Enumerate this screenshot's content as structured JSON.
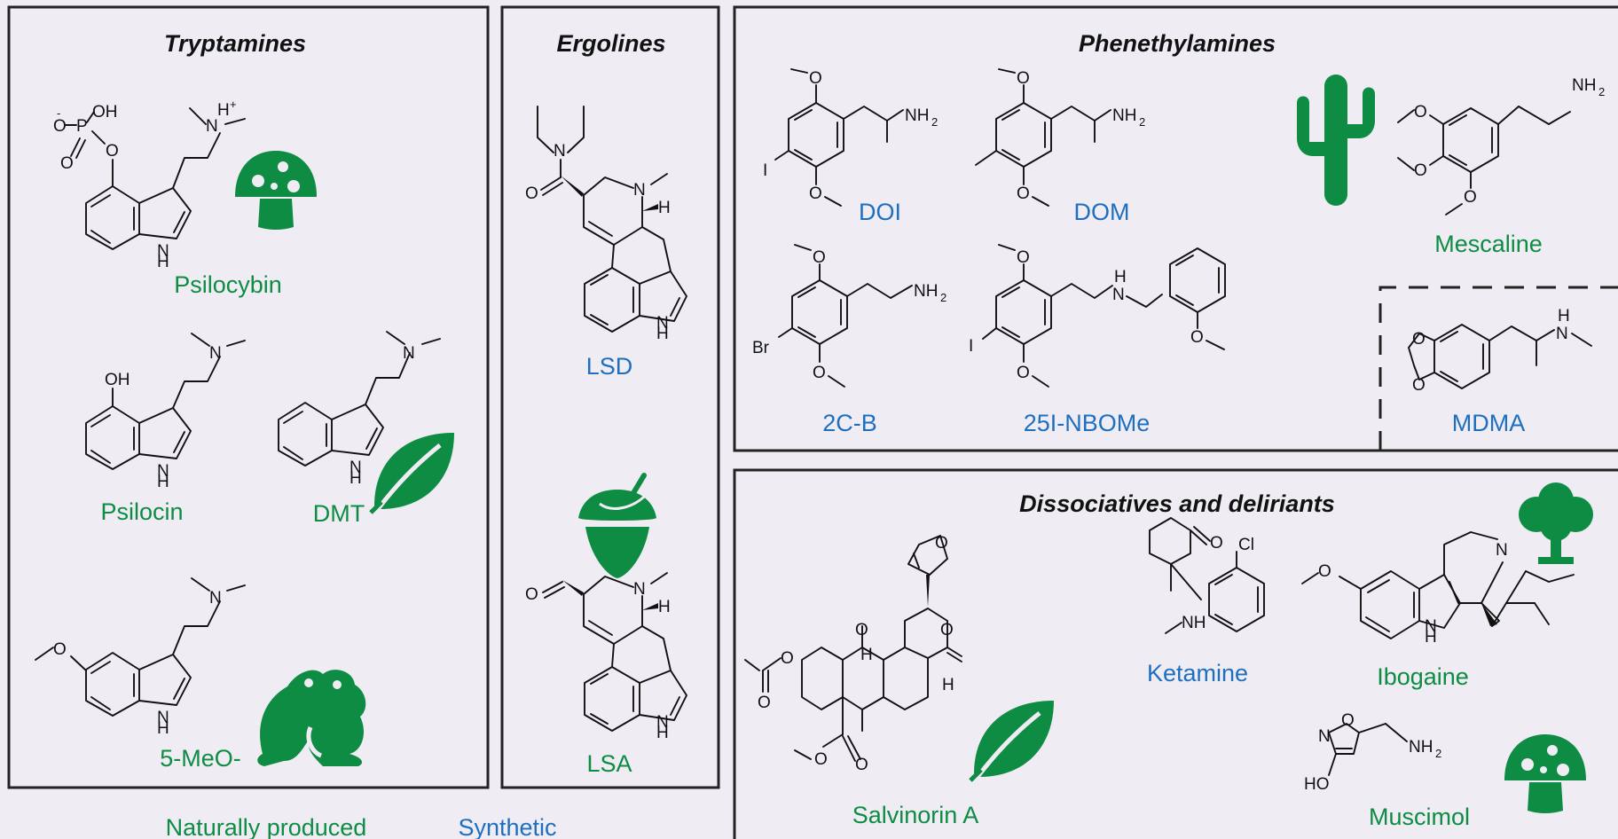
{
  "colors": {
    "natural": "#0e8c44",
    "synthetic": "#1f6fc0",
    "background": "#efedf3"
  },
  "sections": {
    "tryptamines": "Tryptamines",
    "ergolines": "Ergolines",
    "phenethylamines": "Phenethylamines",
    "dissociatives": "Dissociatives and deliriants"
  },
  "compounds": {
    "psilocybin": {
      "name": "Psilocybin",
      "origin": "natural"
    },
    "psilocin": {
      "name": "Psilocin",
      "origin": "natural"
    },
    "dmt": {
      "name": "DMT",
      "origin": "natural"
    },
    "meo": {
      "name": "5-MeO-",
      "origin": "natural"
    },
    "lsd": {
      "name": "LSD",
      "origin": "synthetic"
    },
    "lsa": {
      "name": "LSA",
      "origin": "natural"
    },
    "doi": {
      "name": "DOI",
      "origin": "synthetic"
    },
    "dom": {
      "name": "DOM",
      "origin": "synthetic"
    },
    "c2b": {
      "name": "2C-B",
      "origin": "synthetic"
    },
    "nbome": {
      "name": "25I-NBOMe",
      "origin": "synthetic"
    },
    "mescaline": {
      "name": "Mescaline",
      "origin": "natural"
    },
    "mdma": {
      "name": "MDMA",
      "origin": "synthetic"
    },
    "salvinorin": {
      "name": "Salvinorin A",
      "origin": "natural"
    },
    "ketamine": {
      "name": "Ketamine",
      "origin": "synthetic"
    },
    "ibogaine": {
      "name": "Ibogaine",
      "origin": "natural"
    },
    "muscimol": {
      "name": "Muscimol",
      "origin": "natural"
    }
  },
  "legend": {
    "natural": "Naturally produced",
    "synthetic": "Synthetic"
  },
  "atoms": {
    "O": "O",
    "OH": "OH",
    "P": "P",
    "N": "N",
    "H": "H",
    "NH": "NH",
    "HO": "HO",
    "I": "I",
    "Br": "Br",
    "Cl": "Cl",
    "NH2": "NH",
    "sub2": "2",
    "plus": "+",
    "minus": "-"
  },
  "icons": {
    "psilocybin": "mushroom-icon",
    "dmt": "leaf-icon",
    "meo": "frog-icon",
    "lsa": "acorn-icon",
    "mescaline": "cactus-icon",
    "salvinorin": "leaf-icon",
    "ibogaine": "tree-icon",
    "muscimol": "mushroom-icon"
  }
}
